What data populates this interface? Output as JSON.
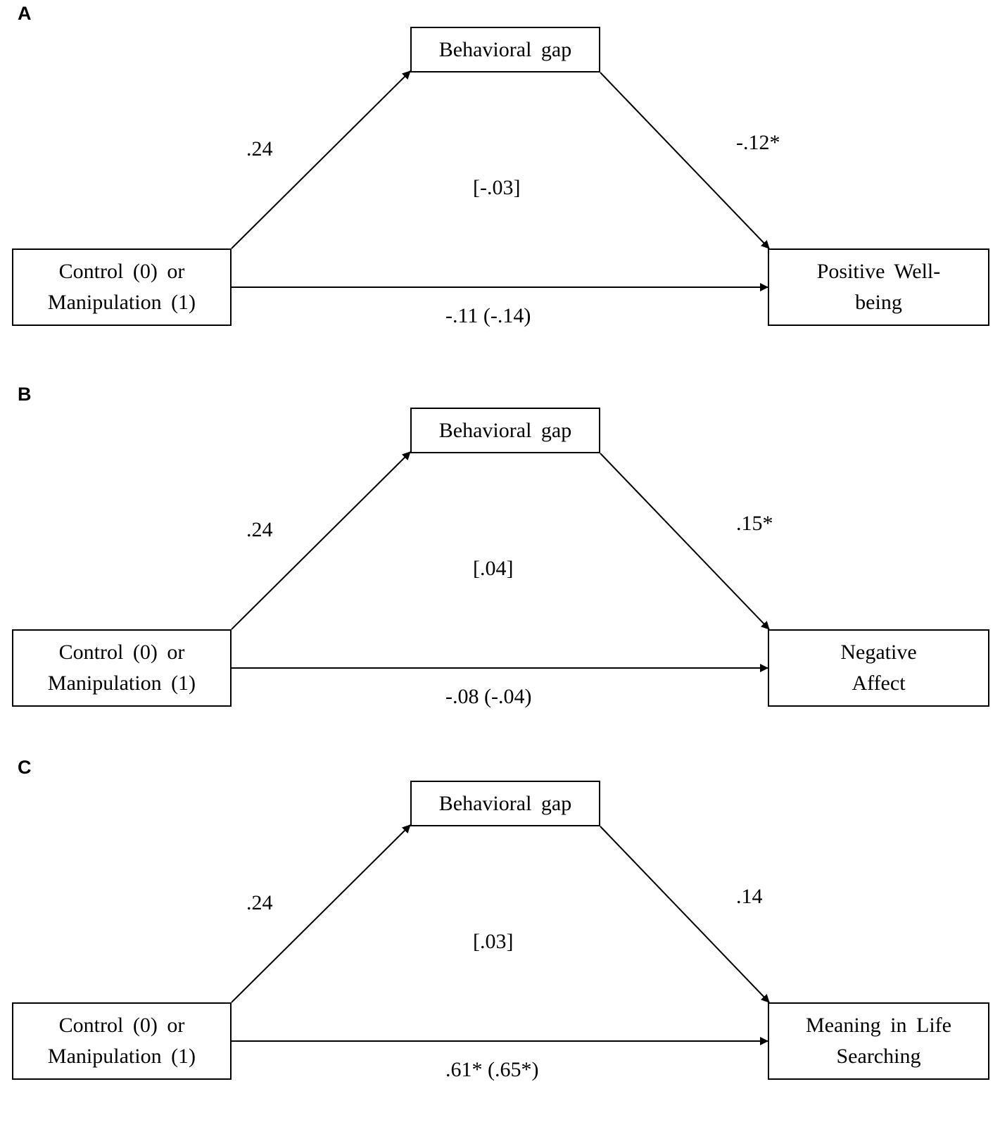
{
  "panels": [
    {
      "letter": "A",
      "mediator": "Behavioral gap",
      "predictor": [
        "Control (0) or",
        "Manipulation (1)"
      ],
      "outcome": [
        "Positive Well-",
        "being"
      ],
      "path_a": ".24",
      "path_b": "-.12*",
      "indirect": "[-.03]",
      "path_c": "-.11 (-.14)"
    },
    {
      "letter": "B",
      "mediator": "Behavioral gap",
      "predictor": [
        "Control (0) or",
        "Manipulation (1)"
      ],
      "outcome": [
        "Negative",
        "Affect"
      ],
      "path_a": ".24",
      "path_b": ".15*",
      "indirect": "[.04]",
      "path_c": "-.08 (-.04)"
    },
    {
      "letter": "C",
      "mediator": "Behavioral gap",
      "predictor": [
        "Control (0) or",
        "Manipulation (1)"
      ],
      "outcome": [
        "Meaning in Life",
        "Searching"
      ],
      "path_a": ".24",
      "path_b": ".14",
      "indirect": "[.03]",
      "path_c": ".61* (.65*)"
    }
  ]
}
